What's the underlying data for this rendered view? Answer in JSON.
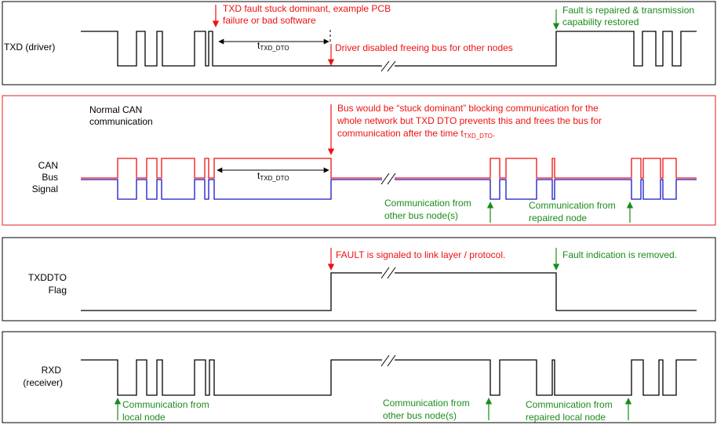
{
  "colors": {
    "red": "#ee1111",
    "green": "#1a8c1a",
    "blue": "#1515c8",
    "black": "#000000",
    "panel_border_txd": "#000000",
    "panel_border_can": "#e02020"
  },
  "txd": {
    "label": "TXD (driver)",
    "fault_note_1": "TXD fault stuck dominant, example PCB",
    "fault_note_2": "failure or bad software",
    "t_main": "t",
    "t_sub": "TXD_DTO",
    "disabled_note": "Driver disabled freeing bus for other nodes",
    "repaired_note_1": "Fault is repaired & transmission",
    "repaired_note_2": "capability restored"
  },
  "can": {
    "label_1": "CAN",
    "label_2": "Bus",
    "label_3": "Signal",
    "normal_1": "Normal CAN",
    "normal_2": "communication",
    "stuck_1": "Bus would be “stuck dominant” blocking communication for the",
    "stuck_2": "whole network but TXD DTO prevents this and frees the bus for",
    "stuck_3a": "communication after the time t",
    "stuck_3_sub": "TXD_DTO",
    "stuck_3_end": ".",
    "t_main": "t",
    "t_sub": "TXD_DTO",
    "other_1": "Communication from",
    "other_2": "other bus node(s)",
    "repaired_1": "Communication from",
    "repaired_2": "repaired node"
  },
  "flag": {
    "label_1": "TXDDTO",
    "label_2": "Flag",
    "fault_note": "FAULT is signaled to link layer / protocol.",
    "removed_note": "Fault indication is removed."
  },
  "rxd": {
    "label_1": "RXD",
    "label_2": "(receiver)",
    "local_1": "Communication from",
    "local_2": "local node",
    "other_1": "Communication from",
    "other_2": "other bus node(s)",
    "repaired_1": "Communication from",
    "repaired_2": "repaired local node"
  }
}
